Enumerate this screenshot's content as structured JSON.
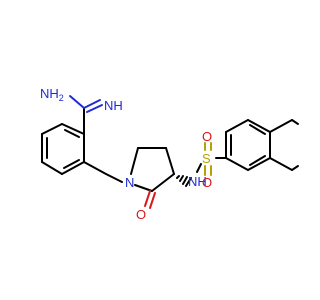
{
  "molecule": {
    "atom_labels": {
      "amidine_nh2": "NH",
      "amidine_nh2_sub": "2",
      "amidine_nh": "NH",
      "ring_n": "N",
      "carbonyl_o": "O",
      "sulfonamide_nh": "NH",
      "sulfur": "S",
      "sulfonyl_o_top": "O",
      "sulfonyl_o_bottom": "O"
    },
    "colors": {
      "carbon_bond": "#000000",
      "nitrogen": "#1f2bd6",
      "oxygen": "#d8191a",
      "sulfur": "#b8a200"
    }
  }
}
